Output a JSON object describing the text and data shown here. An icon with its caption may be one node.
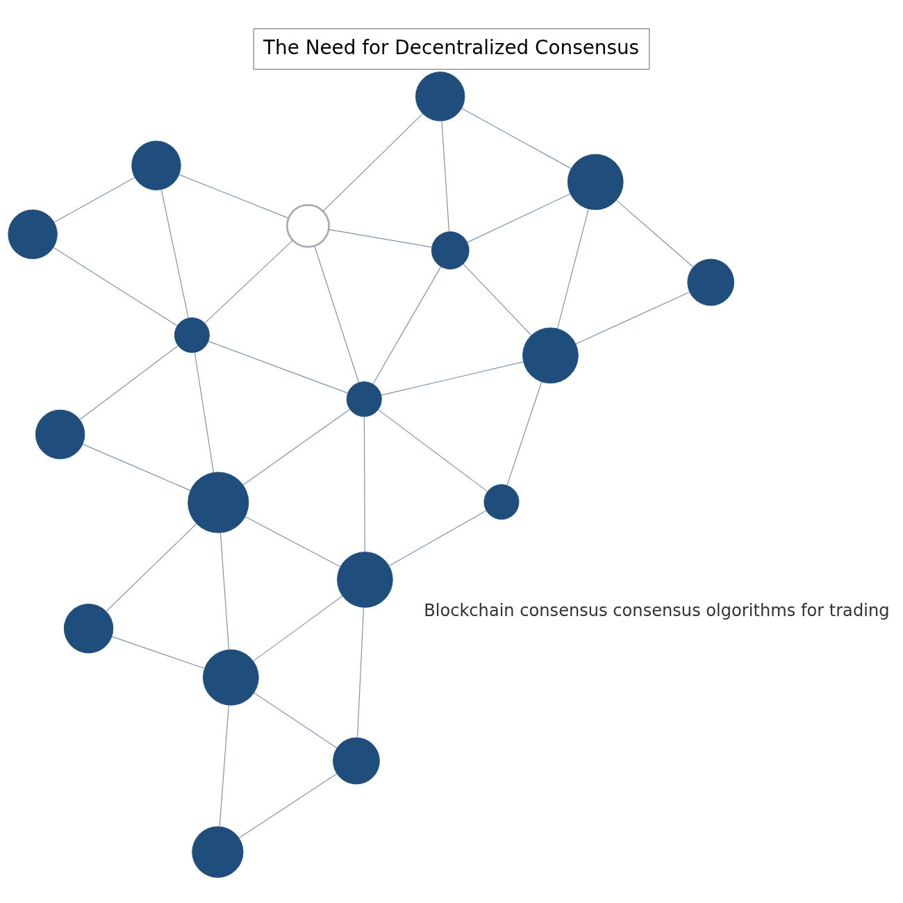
{
  "diagram": {
    "title": "The Need for Decentralized Consensus",
    "nodes": [
      {
        "text": [],
        "shape": "person"
      },
      {
        "text": [],
        "shape": "person"
      },
      {
        "text": [],
        "shape": "person"
      },
      {
        "text": [],
        "shape": "person"
      },
      {
        "text": [],
        "shape": "person"
      },
      {
        "text": [],
        "shape": "person"
      },
      {
        "text": [],
        "shape": "person"
      },
      {
        "text": [],
        "shape": "person"
      },
      {
        "text": [],
        "shape": "person"
      },
      {
        "text": [],
        "shape": "circle"
      },
      {
        "text": [],
        "shape": "person"
      },
      {
        "text": [],
        "shape": "person"
      },
      {
        "text": [],
        "shape": "person"
      },
      {
        "text": [],
        "shape": "person"
      },
      {
        "text": [],
        "shape": "person"
      },
      {
        "text": [],
        "shape": "person"
      },
      {
        "text": [],
        "shape": "person"
      },
      {
        "text": [],
        "shape": "person"
      }
    ],
    "edges": [
      {
        "from": 1,
        "to": 3,
        "arrow": "none"
      },
      {
        "from": 1,
        "to": 2,
        "arrow": "none"
      },
      {
        "from": 1,
        "to": 6,
        "arrow": "none"
      },
      {
        "from": 3,
        "to": 5,
        "arrow": "none"
      },
      {
        "from": 3,
        "to": 6,
        "arrow": "none"
      },
      {
        "from": 3,
        "to": 7,
        "arrow": "none"
      },
      {
        "from": 3,
        "to": 10,
        "arrow": "none"
      },
      {
        "from": 5,
        "to": 10,
        "arrow": "none"
      },
      {
        "from": 2,
        "to": 0,
        "arrow": "none"
      },
      {
        "from": 2,
        "to": 6,
        "arrow": "none"
      },
      {
        "from": 2,
        "to": 8,
        "arrow": "none"
      },
      {
        "from": 2,
        "to": 11,
        "arrow": "none"
      },
      {
        "from": 0,
        "to": 4,
        "arrow": "none"
      },
      {
        "from": 0,
        "to": 8,
        "arrow": "none"
      },
      {
        "from": 4,
        "to": 8,
        "arrow": "none"
      },
      {
        "from": 7,
        "to": 6,
        "arrow": "none"
      },
      {
        "from": 6,
        "to": 9,
        "arrow": "none"
      },
      {
        "from": 6,
        "to": 14,
        "arrow": "none"
      },
      {
        "from": 6,
        "to": 11,
        "arrow": "none"
      },
      {
        "from": 7,
        "to": 9,
        "arrow": "none"
      },
      {
        "from": 7,
        "to": 12,
        "arrow": "none"
      },
      {
        "from": 10,
        "to": 7,
        "arrow": "none"
      },
      {
        "from": 10,
        "to": 12,
        "arrow": "none"
      },
      {
        "from": 12,
        "to": 9,
        "arrow": "none"
      },
      {
        "from": 9,
        "to": 14,
        "arrow": "none"
      },
      {
        "from": 9,
        "to": 15,
        "arrow": "none"
      },
      {
        "from": 14,
        "to": 15,
        "arrow": "none"
      },
      {
        "from": 14,
        "to": 17,
        "arrow": "none"
      },
      {
        "from": 14,
        "to": 11,
        "arrow": "none"
      },
      {
        "from": 15,
        "to": 17,
        "arrow": "none"
      },
      {
        "from": 11,
        "to": 13,
        "arrow": "none"
      },
      {
        "from": 11,
        "to": 16,
        "arrow": "none"
      },
      {
        "from": 13,
        "to": 8,
        "arrow": "none"
      },
      {
        "from": 14,
        "to": 16,
        "arrow": "none"
      },
      {
        "from": 11,
        "to": 8,
        "arrow": "none"
      }
    ],
    "labels": [
      "Blockchain consensus consensus olgorithms for trading"
    ]
  }
}
